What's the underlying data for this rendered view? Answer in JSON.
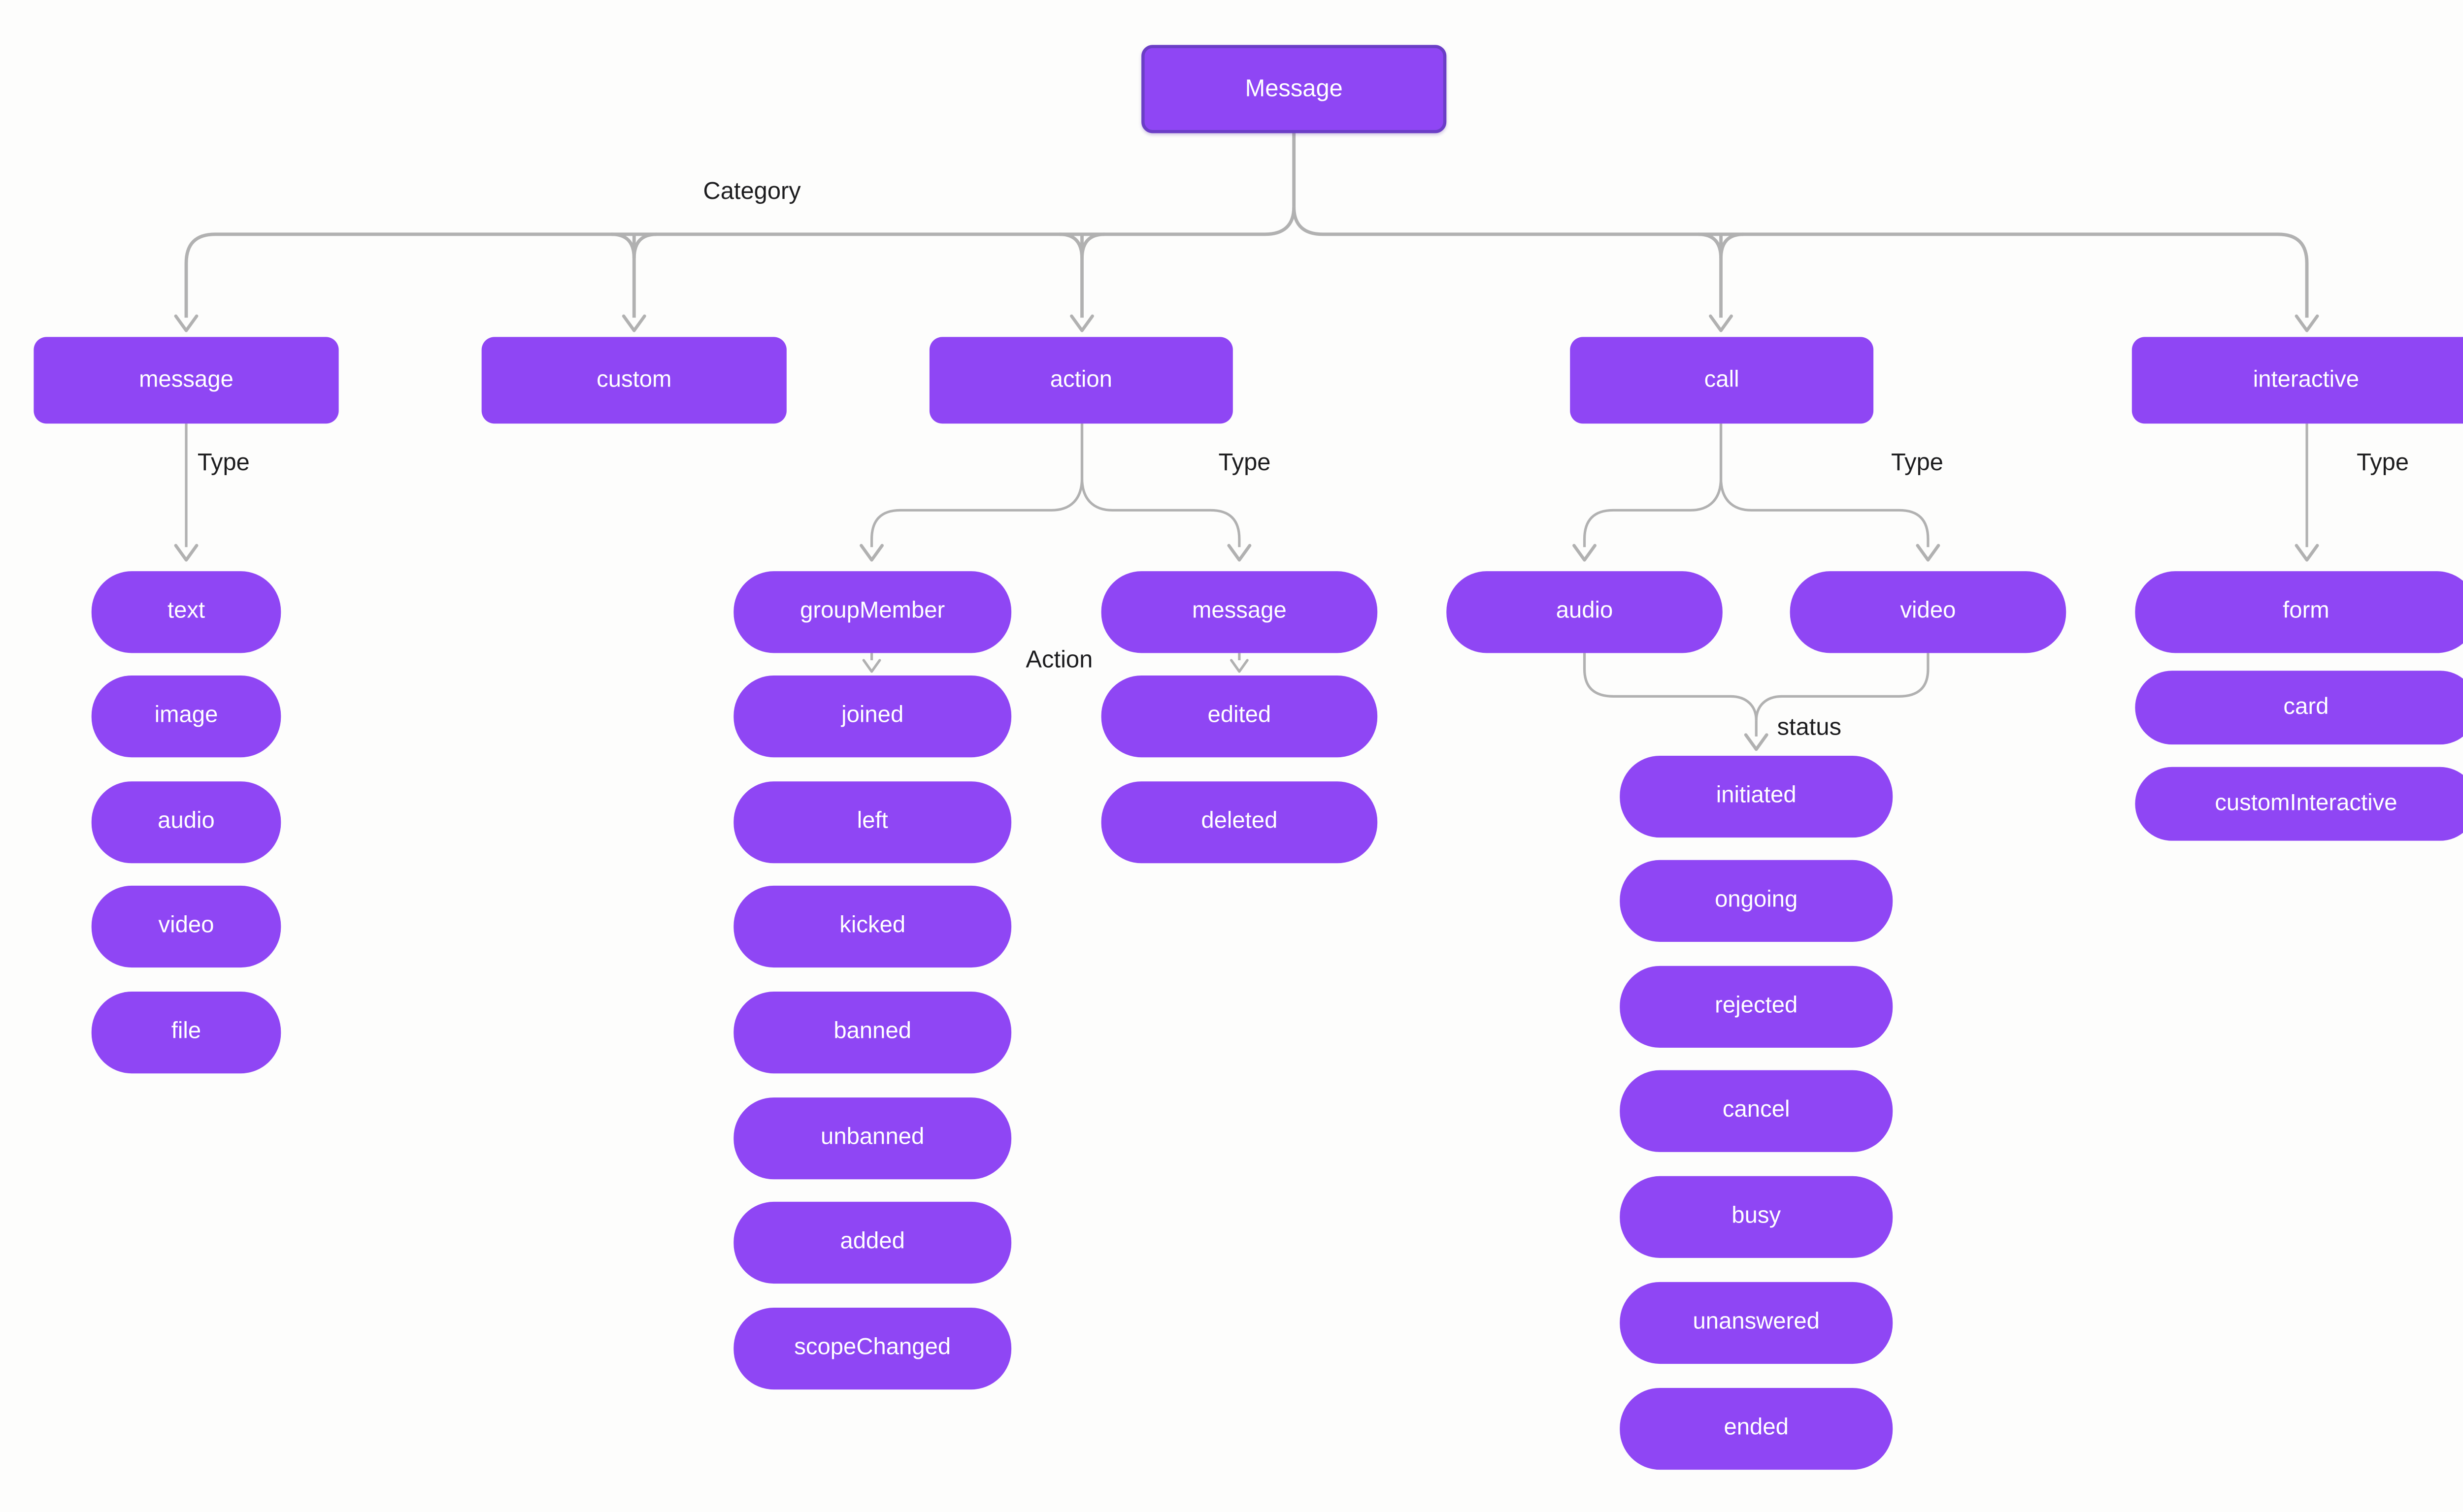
{
  "root": {
    "label": "Message"
  },
  "labels": {
    "category": "Category",
    "type_message": "Type",
    "type_action": "Type",
    "type_call": "Type",
    "type_interactive": "Type",
    "action": "Action",
    "status": "status"
  },
  "categories": {
    "message": {
      "label": "message"
    },
    "custom": {
      "label": "custom"
    },
    "action": {
      "label": "action"
    },
    "call": {
      "label": "call"
    },
    "interactive": {
      "label": "interactive"
    }
  },
  "message_types": [
    "text",
    "image",
    "audio",
    "video",
    "file"
  ],
  "action_groups": {
    "groupMember": {
      "label": "groupMember",
      "children": [
        "joined",
        "left",
        "kicked",
        "banned",
        "unbanned",
        "added",
        "scopeChanged"
      ]
    },
    "message": {
      "label": "message",
      "children": [
        "edited",
        "deleted"
      ]
    }
  },
  "call_types": {
    "audio": "audio",
    "video": "video"
  },
  "call_statuses": [
    "initiated",
    "ongoing",
    "rejected",
    "cancel",
    "busy",
    "unanswered",
    "ended"
  ],
  "interactive_types": [
    "form",
    "card",
    "customInteractive"
  ],
  "colors": {
    "node_fill": "#8F46F4",
    "root_border": "#6B3EC6",
    "node_text": "#FFFFFF",
    "edge": "#B1B1B1",
    "label_text": "#1D1D1F",
    "background": "#FDFDFC"
  }
}
